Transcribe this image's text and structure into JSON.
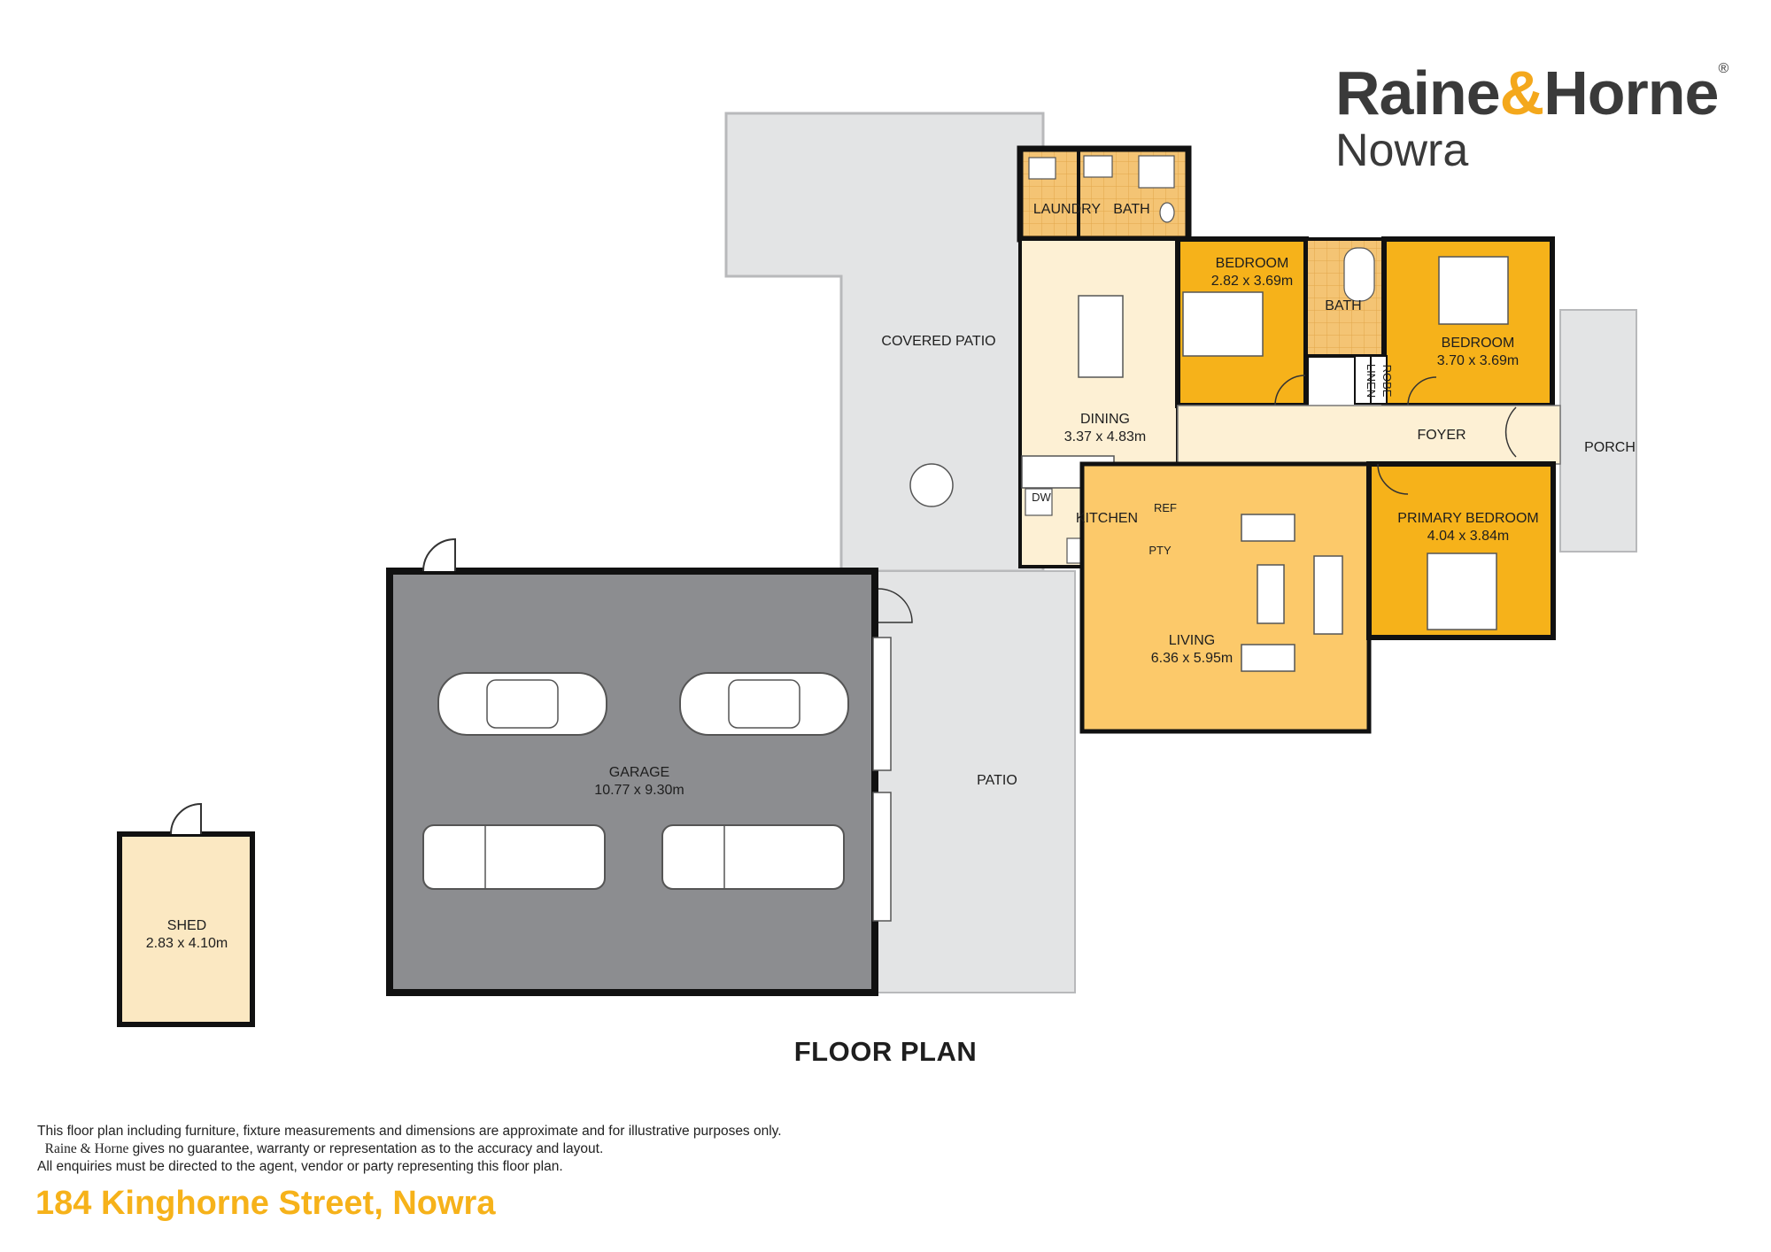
{
  "brand": {
    "name_part1": "Raine",
    "ampersand": "&",
    "name_part2": "Horne",
    "registered": "®",
    "office": "Nowra",
    "color_text": "#3a3a3a",
    "color_accent": "#f4a81c"
  },
  "title": "FLOOR PLAN",
  "disclaimer": {
    "line1": "This floor plan including furniture, fixture measurements and dimensions are approximate and for illustrative purposes only.",
    "line2_brand": "Raine & Horne",
    "line2_rest": "gives no guarantee, warranty or representation as to the accuracy and layout.",
    "line3": "All enquiries must be directed to the agent, vendor or party representing this floor plan."
  },
  "address": "184 Kinghorne Street, Nowra",
  "rooms": {
    "laundry": "LAUNDRY",
    "bath_top": "BATH",
    "covered_patio": "COVERED PATIO",
    "dining": {
      "name": "DINING",
      "dims": "3.37 x 4.83m"
    },
    "kitchen": "KITCHEN",
    "dw": "DW",
    "ref": "REF",
    "pty": "PTY",
    "bedroom1": {
      "name": "BEDROOM",
      "dims": "2.82 x 3.69m"
    },
    "bath_mid": "BATH",
    "bedroom2": {
      "name": "BEDROOM",
      "dims": "3.70 x 3.69m"
    },
    "linen": "LINEN",
    "robe": "ROBE",
    "foyer": "FOYER",
    "porch": "PORCH",
    "primary_bedroom": {
      "name": "PRIMARY BEDROOM",
      "dims": "4.04 x 3.84m"
    },
    "living": {
      "name": "LIVING",
      "dims": "6.36 x 5.95m"
    },
    "garage": {
      "name": "GARAGE",
      "dims": "10.77 x 9.30m"
    },
    "patio": "PATIO",
    "shed": {
      "name": "SHED",
      "dims": "2.83 x 4.10m"
    }
  },
  "colors": {
    "bedroom": "#f6b21a",
    "living": "#fcc96a",
    "light_room": "#fdf0d4",
    "shed": "#fbe8c2",
    "garage": "#8c8d90",
    "patio": "#e3e4e5",
    "wall": "#111111"
  }
}
